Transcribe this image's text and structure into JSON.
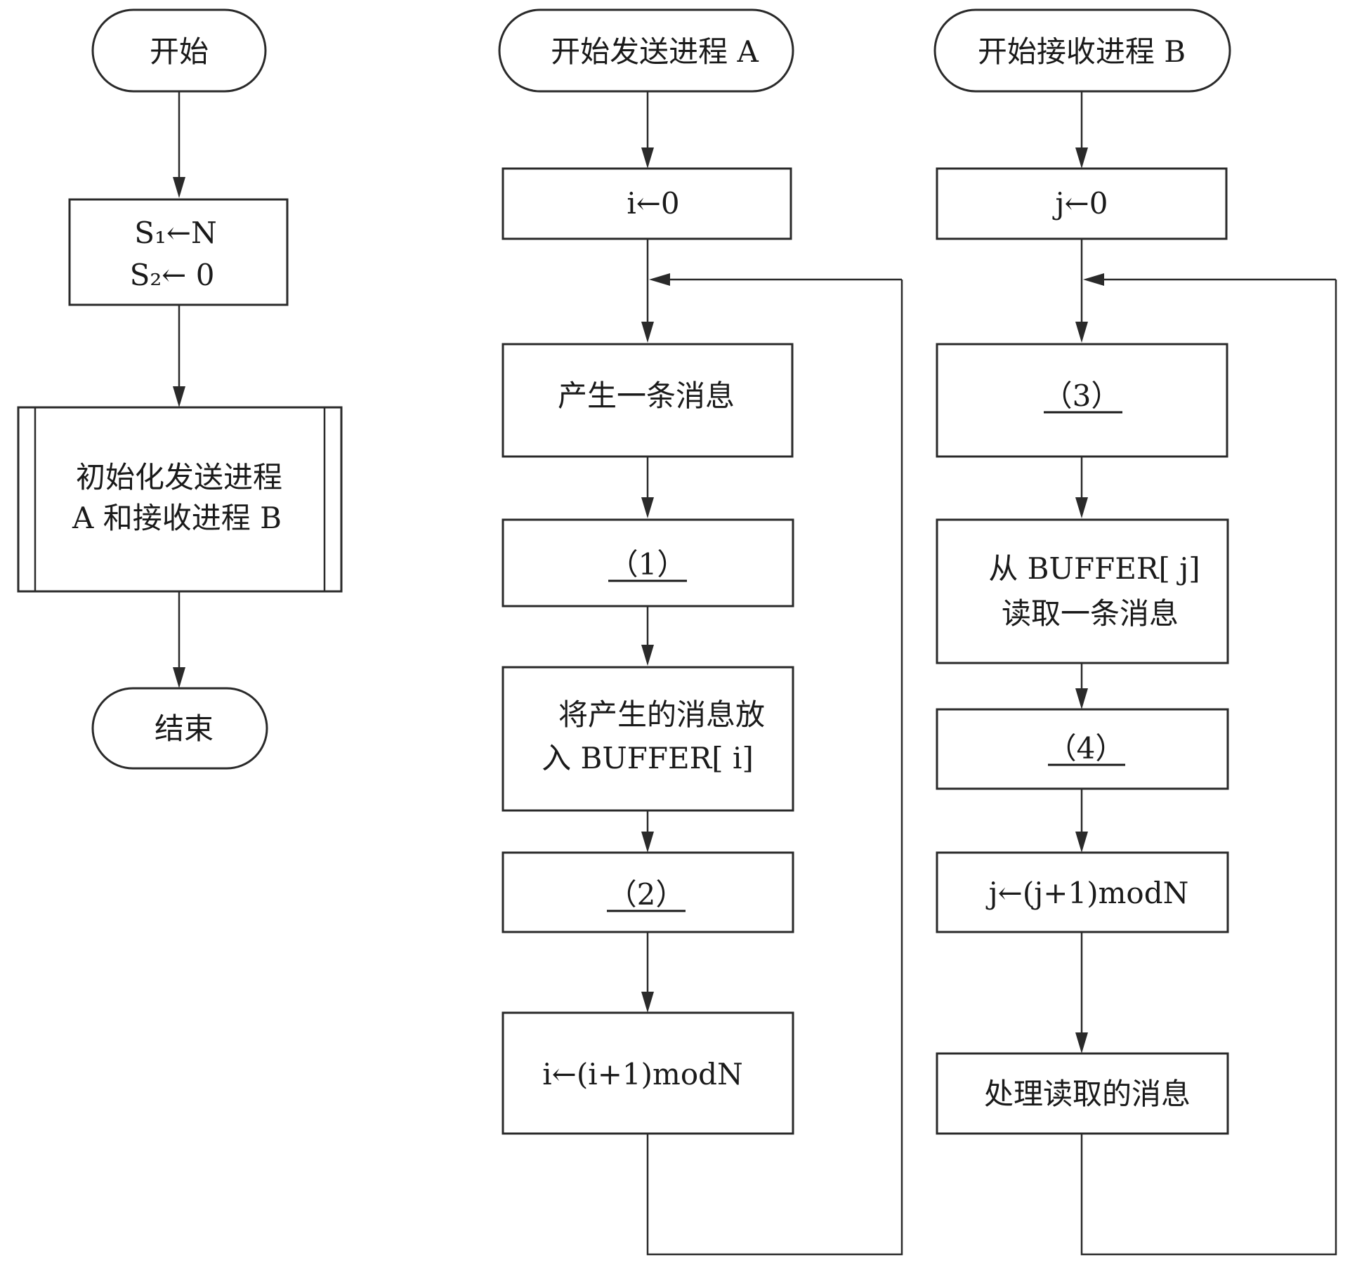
{
  "init": {
    "start": "开始",
    "s1_assign": "S₁←N",
    "s2_assign": "S₂← 0",
    "init_line1": "初始化发送进程",
    "init_line2": "A 和接收进程 B",
    "end": "结束"
  },
  "sender": {
    "start": "开始发送进程 A",
    "i_init": "i←0",
    "produce": "产生一条消息",
    "blank1": "（1）",
    "put_line1": "将产生的消息放",
    "put_line2": "入 BUFFER[ i]",
    "blank2": "（2）",
    "increment": "i←(i+1)modN"
  },
  "receiver": {
    "start": "开始接收进程 B",
    "j_init": "j←0",
    "blank3": "（3）",
    "read_line1": "从 BUFFER[ j]",
    "read_line2": "读取一条消息",
    "blank4": "（4）",
    "increment": "j←(j+1)modN",
    "process": "处理读取的消息"
  }
}
